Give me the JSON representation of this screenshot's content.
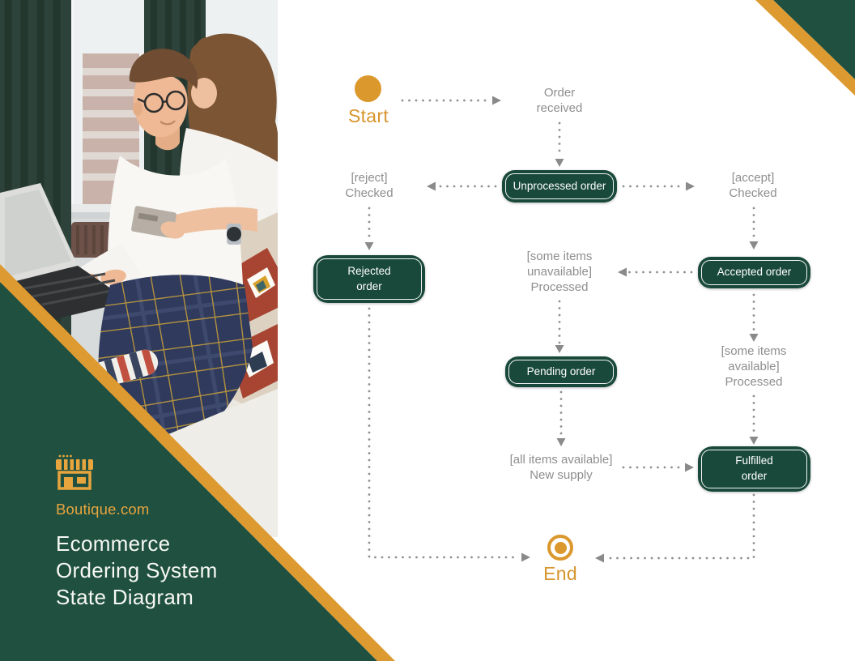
{
  "colors": {
    "panel_green": "#1F5040",
    "state_green": "#19493A",
    "stripe_gold": "#DD9A31",
    "node_orange": "#DB982D",
    "brand_orange": "#E8A53E",
    "label_gray": "#8E8E8E",
    "background": "#FFFFFF"
  },
  "brand": {
    "logo_icon": "storefront-icon",
    "name": "Boutique.com",
    "title": "Ecommerce\nOrdering System\nState Diagram"
  },
  "diagram": {
    "start": {
      "label": "Start"
    },
    "end": {
      "label": "End"
    },
    "states": {
      "unprocessed": {
        "label": "Unprocessed order"
      },
      "rejected": {
        "label": "Rejected\norder"
      },
      "accepted": {
        "label": "Accepted order"
      },
      "pending": {
        "label": "Pending order"
      },
      "fulfilled": {
        "label": "Fulfilled\norder"
      }
    },
    "transitions": {
      "order_received": {
        "label": "Order\nreceived"
      },
      "reject_checked": {
        "label": "[reject]\nChecked"
      },
      "accept_checked": {
        "label": "[accept]\nChecked"
      },
      "some_items_unavailable": {
        "label": "[some items\nunavailable]\nProcessed"
      },
      "some_items_available": {
        "label": "[some items\navailable]\nProcessed"
      },
      "all_items_available": {
        "label": "[all items available]\nNew supply"
      }
    }
  }
}
